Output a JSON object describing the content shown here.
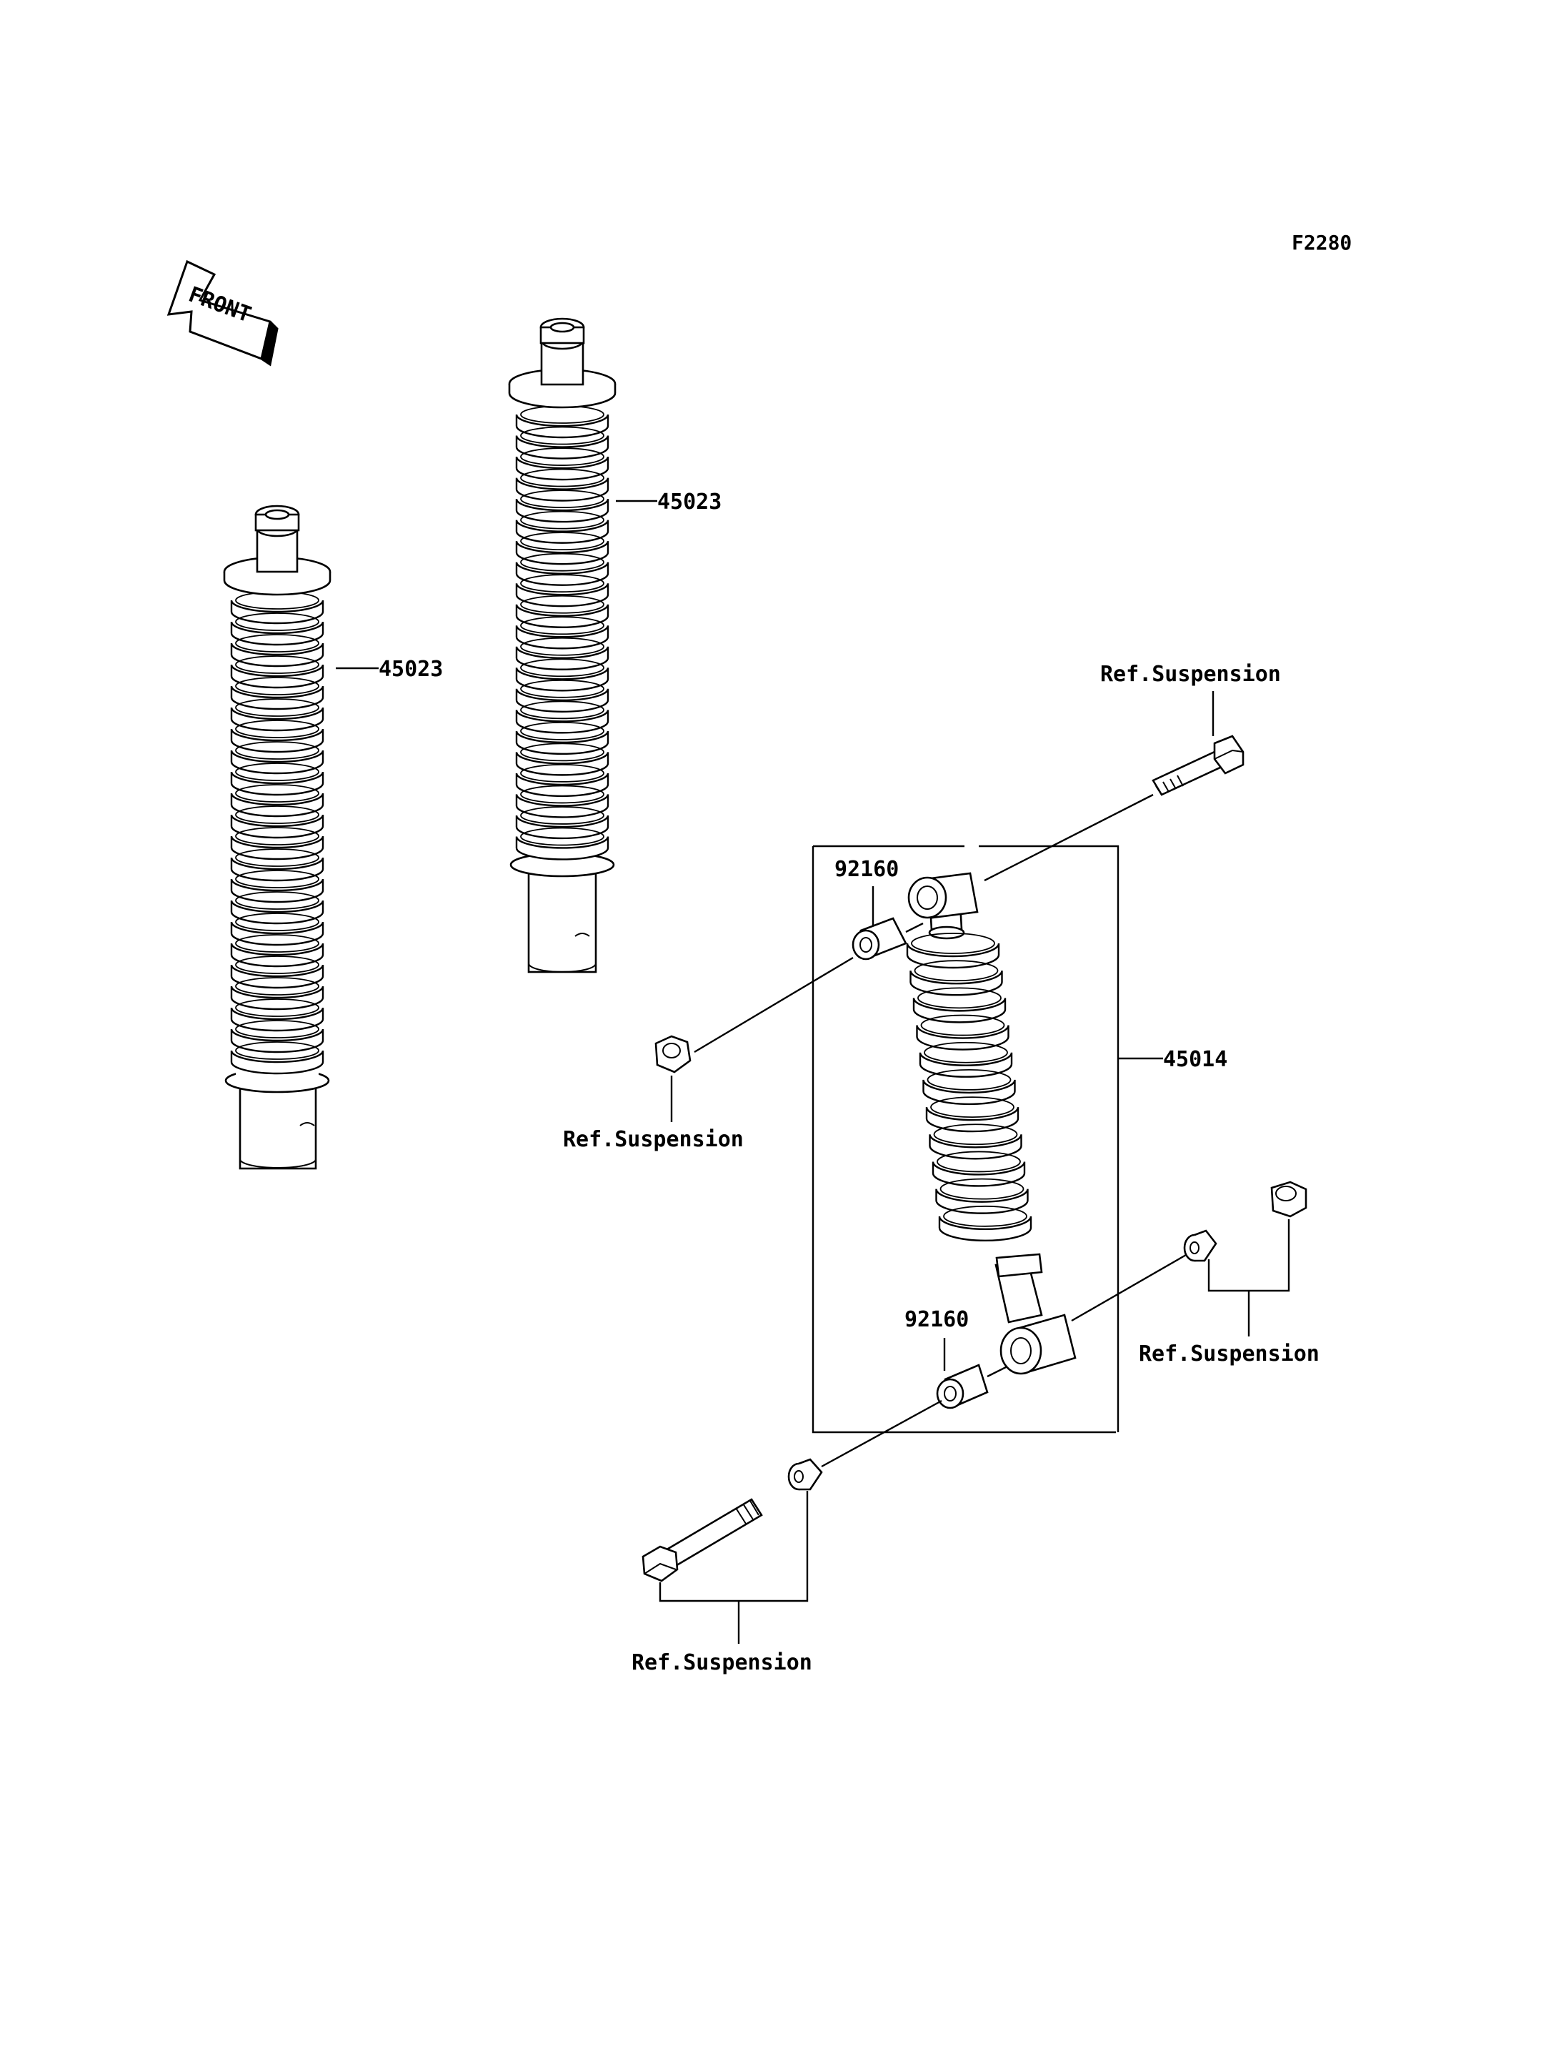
{
  "figure_code": "F2280",
  "front_label": "FRONT",
  "parts": {
    "spring_left": "45023",
    "spring_right": "45023",
    "shock_absorber": "45014",
    "bushing_upper": "92160",
    "bushing_lower": "92160"
  },
  "refs": {
    "upper_bolt": "Ref.Suspension",
    "upper_nut": "Ref.Suspension",
    "lower_nut_washer": "Ref.Suspension",
    "lower_bolt_washer": "Ref.Suspension"
  }
}
